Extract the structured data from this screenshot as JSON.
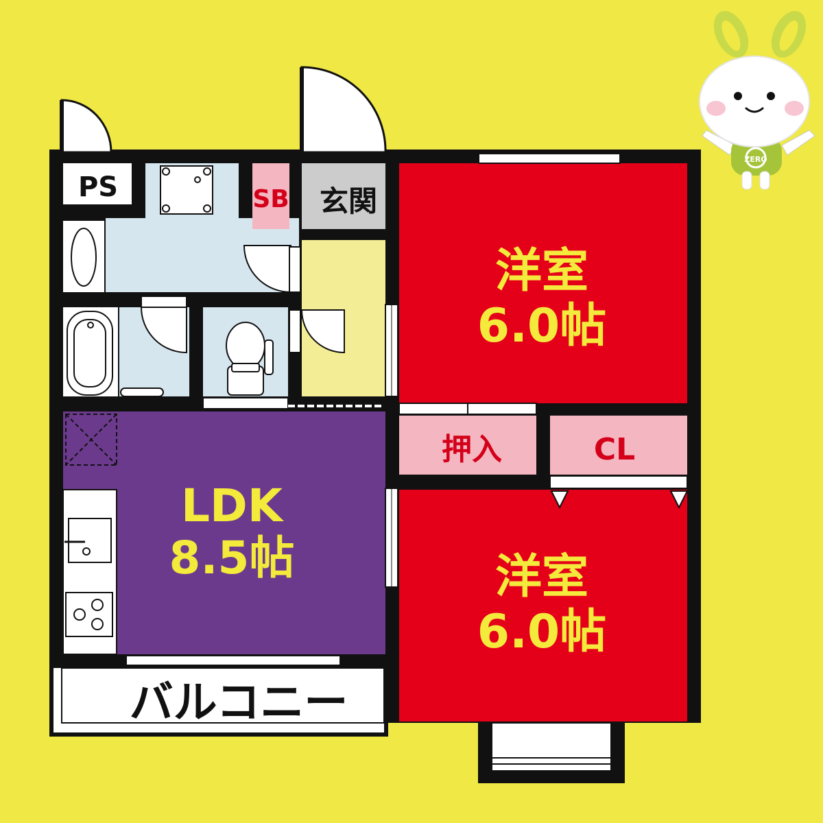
{
  "rooms": {
    "ps": "PS",
    "sb": "SB",
    "genkan": "玄関",
    "bedroom1": {
      "name": "洋室",
      "size": "6.0帖"
    },
    "bedroom2": {
      "name": "洋室",
      "size": "6.0帖"
    },
    "ldk": {
      "name": "LDK",
      "size": "8.5帖"
    },
    "oshiire": "押入",
    "closet": "CL",
    "balcony": "バルコニー"
  },
  "mascot": {
    "badge": "ZERO"
  },
  "colors": {
    "background": "#efe845",
    "wall": "#111111",
    "bedroom": "#e5001a",
    "ldk": "#6b3a8c",
    "wet_area": "#d6e6ef",
    "hall": "#f3ee96",
    "storage": "#f4b6c0",
    "genkan": "#cccccc",
    "room_label_yellow": "#f3ea3c",
    "room_label_red": "#d4001a"
  }
}
